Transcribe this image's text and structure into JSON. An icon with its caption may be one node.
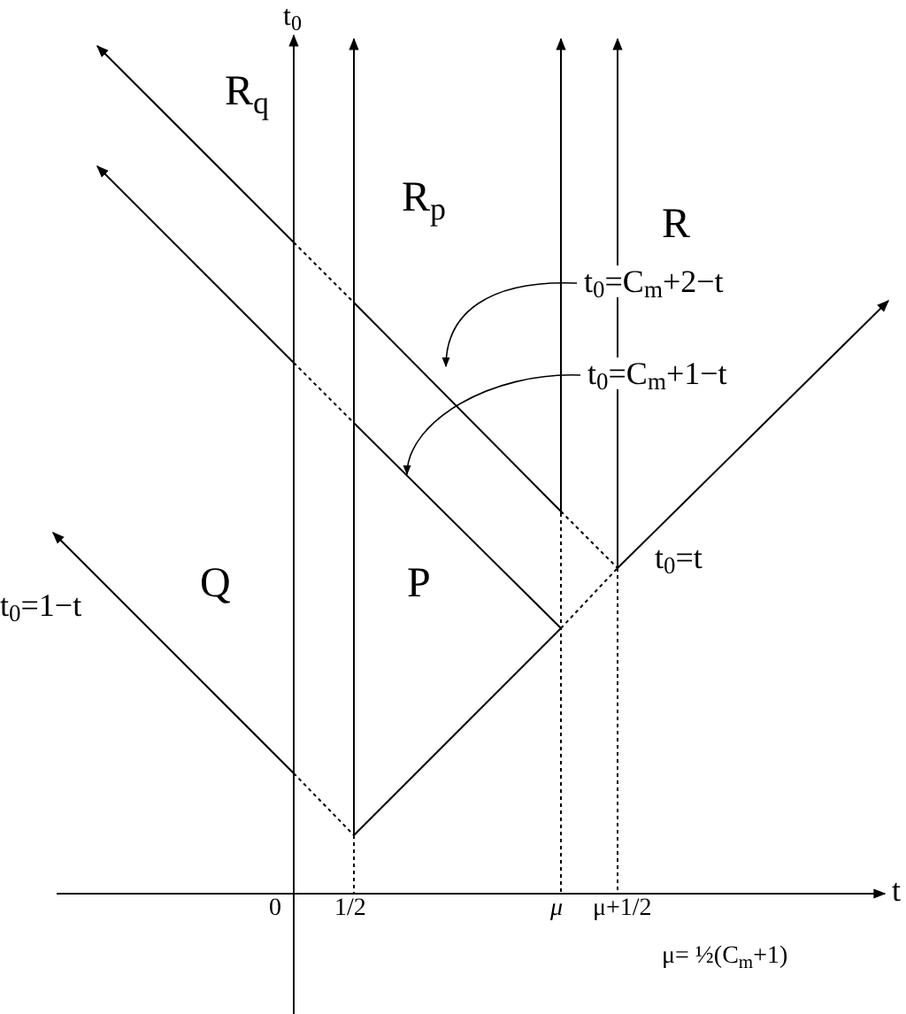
{
  "diagram": {
    "nodes": [
      {
        "text": [
          "t$_{0}$=C$_{m}$+2−t"
        ]
      },
      {
        "text": [
          "t$_{0}$=C$_{m}$+1−t"
        ]
      }
    ],
    "edges": [
      {
        "from": 0,
        "to": null,
        "arrow": "to"
      },
      {
        "from": 1,
        "to": null,
        "arrow": "to"
      }
    ],
    "labels": [
      "t$_{0}$",
      "R$_{q}$",
      "R$_{p}$",
      "R",
      "t$_{0}$=t",
      "Q",
      "P",
      "t$_{0}$=1−t",
      "t",
      "0",
      "1/2",
      "μ",
      "μ+1/2",
      "μ= ½(C$_{m}$+1)"
    ]
  }
}
